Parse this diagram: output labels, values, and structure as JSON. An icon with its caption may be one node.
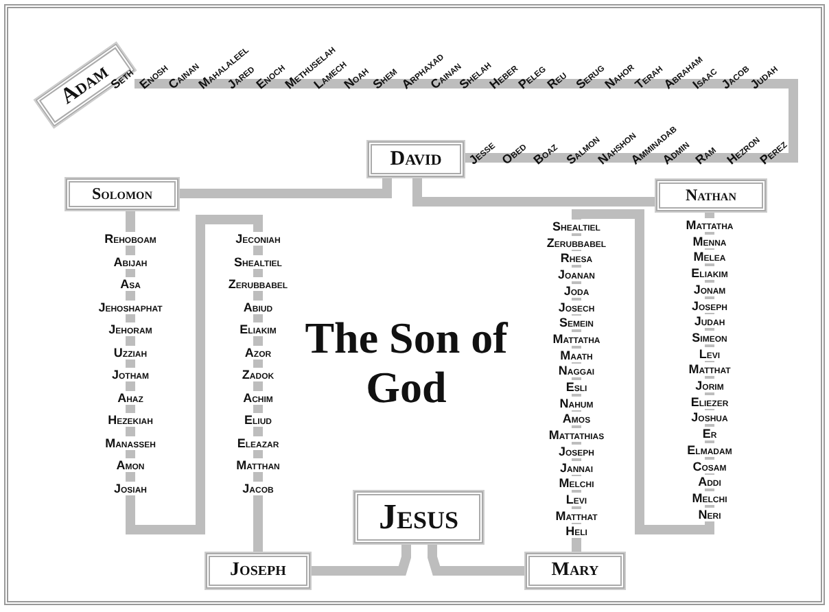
{
  "diagram": {
    "nodes": [
      {
        "text": [
          "Adam"
        ]
      },
      {
        "text": [
          "David"
        ]
      },
      {
        "text": [
          "Solomon"
        ]
      },
      {
        "text": [
          "Nathan"
        ]
      },
      {
        "text": [
          "Jesus"
        ]
      },
      {
        "text": [
          "Joseph"
        ]
      },
      {
        "text": [
          "Mary"
        ]
      }
    ],
    "edges": [
      {
        "from": 0,
        "to": 1,
        "arrow": "none"
      },
      {
        "from": 1,
        "to": 2,
        "arrow": "none"
      },
      {
        "from": 1,
        "to": 3,
        "arrow": "none"
      },
      {
        "from": 2,
        "to": 5,
        "arrow": "none"
      },
      {
        "from": 3,
        "to": 6,
        "arrow": "none"
      },
      {
        "from": 5,
        "to": 4,
        "arrow": "none"
      },
      {
        "from": 6,
        "to": 4,
        "arrow": "none"
      }
    ],
    "labels": [
      "Seth",
      "Enosh",
      "Cainan",
      "Mahalaleel",
      "Jared",
      "Enoch",
      "Methuselah",
      "Lamech",
      "Noah",
      "Shem",
      "Arphaxad",
      "Cainan",
      "Shelah",
      "Heber",
      "Peleg",
      "Reu",
      "Serug",
      "Nahor",
      "Terah",
      "Abraham",
      "Isaac",
      "Jacob",
      "Judah",
      "Jesse",
      "Obed",
      "Boaz",
      "Salmon",
      "Nahshon",
      "Amminadab",
      "Admin",
      "Ram",
      "Hezron",
      "Perez",
      "Rehoboam",
      "Abijah",
      "Asa",
      "Jehoshaphat",
      "Jehoram",
      "Uzziah",
      "Jotham",
      "Ahaz",
      "Hezekiah",
      "Manasseh",
      "Amon",
      "Josiah",
      "Jeconiah",
      "Shealtiel",
      "Zerubbabel",
      "Abiud",
      "Eliakim",
      "Azor",
      "Zadok",
      "Achim",
      "Eliud",
      "Eleazar",
      "Matthan",
      "Jacob",
      "The Son of God",
      "Shealtiel",
      "Zerubbabel",
      "Rhesa",
      "Joanan",
      "Joda",
      "Josech",
      "Semein",
      "Mattatha",
      "Maath",
      "Naggai",
      "Esli",
      "Nahum",
      "Amos",
      "Mattathias",
      "Joseph",
      "Jannai",
      "Melchi",
      "Levi",
      "Matthat",
      "Heli",
      "Mattatha",
      "Menna",
      "Melea",
      "Eliakim",
      "Jonam",
      "Joseph",
      "Judah",
      "Simeon",
      "Levi",
      "Matthat",
      "Jorim",
      "Eliezer",
      "Joshua",
      "Er",
      "Elmadam",
      "Cosam",
      "Addi",
      "Melchi",
      "Neri"
    ]
  }
}
